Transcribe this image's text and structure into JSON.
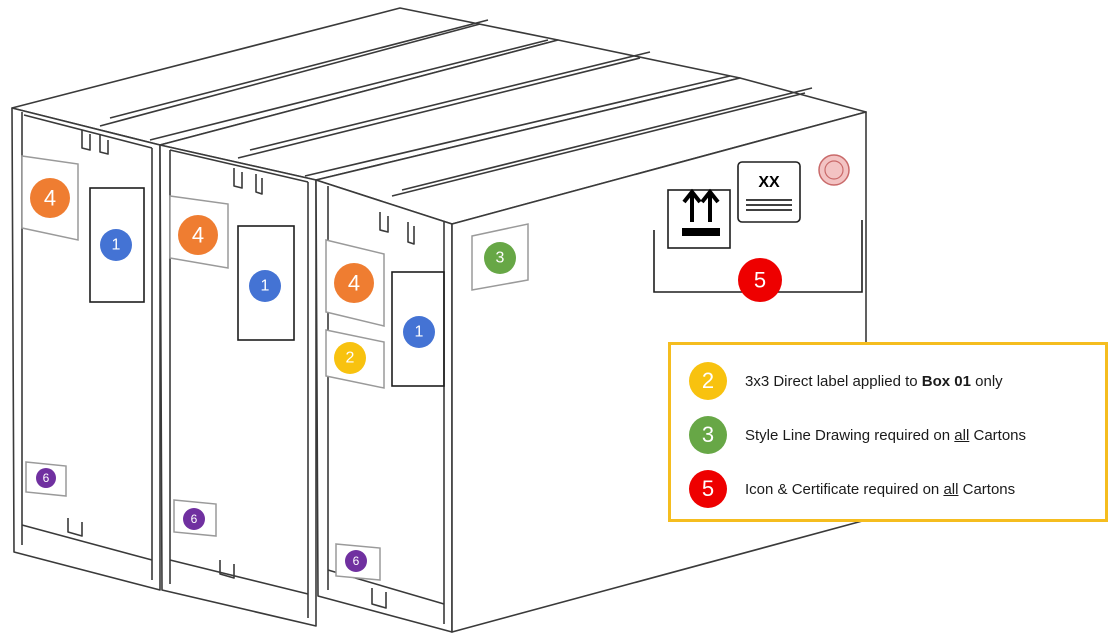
{
  "colors": {
    "badge_1": "#4473d4",
    "badge_2": "#f8c20f",
    "badge_3": "#67a746",
    "badge_4": "#ef7d31",
    "badge_5": "#ee0000",
    "badge_6": "#7030a0",
    "legend_border": "#f5bd1f"
  },
  "markers": {
    "badge_1": "1",
    "badge_2": "2",
    "badge_3": "3",
    "badge_4": "4",
    "badge_5": "5",
    "badge_6": "6"
  },
  "carton_label": {
    "code": "XX",
    "icon": "this-way-up-arrows-icon",
    "seal": "certificate-seal-icon"
  },
  "legend": {
    "items": [
      {
        "number": "2",
        "text_before": "3x3 Direct label applied to ",
        "bold": "Box 01",
        "text_after": " only",
        "underline": "",
        "color": "#f8c20f"
      },
      {
        "number": "3",
        "text_before": "Style Line Drawing required on ",
        "bold": "",
        "underline": "all",
        "text_after": " Cartons",
        "color": "#67a746"
      },
      {
        "number": "5",
        "text_before": "Icon & Certificate required on ",
        "bold": "",
        "underline": "all",
        "text_after": " Cartons",
        "color": "#ee0000"
      }
    ]
  }
}
